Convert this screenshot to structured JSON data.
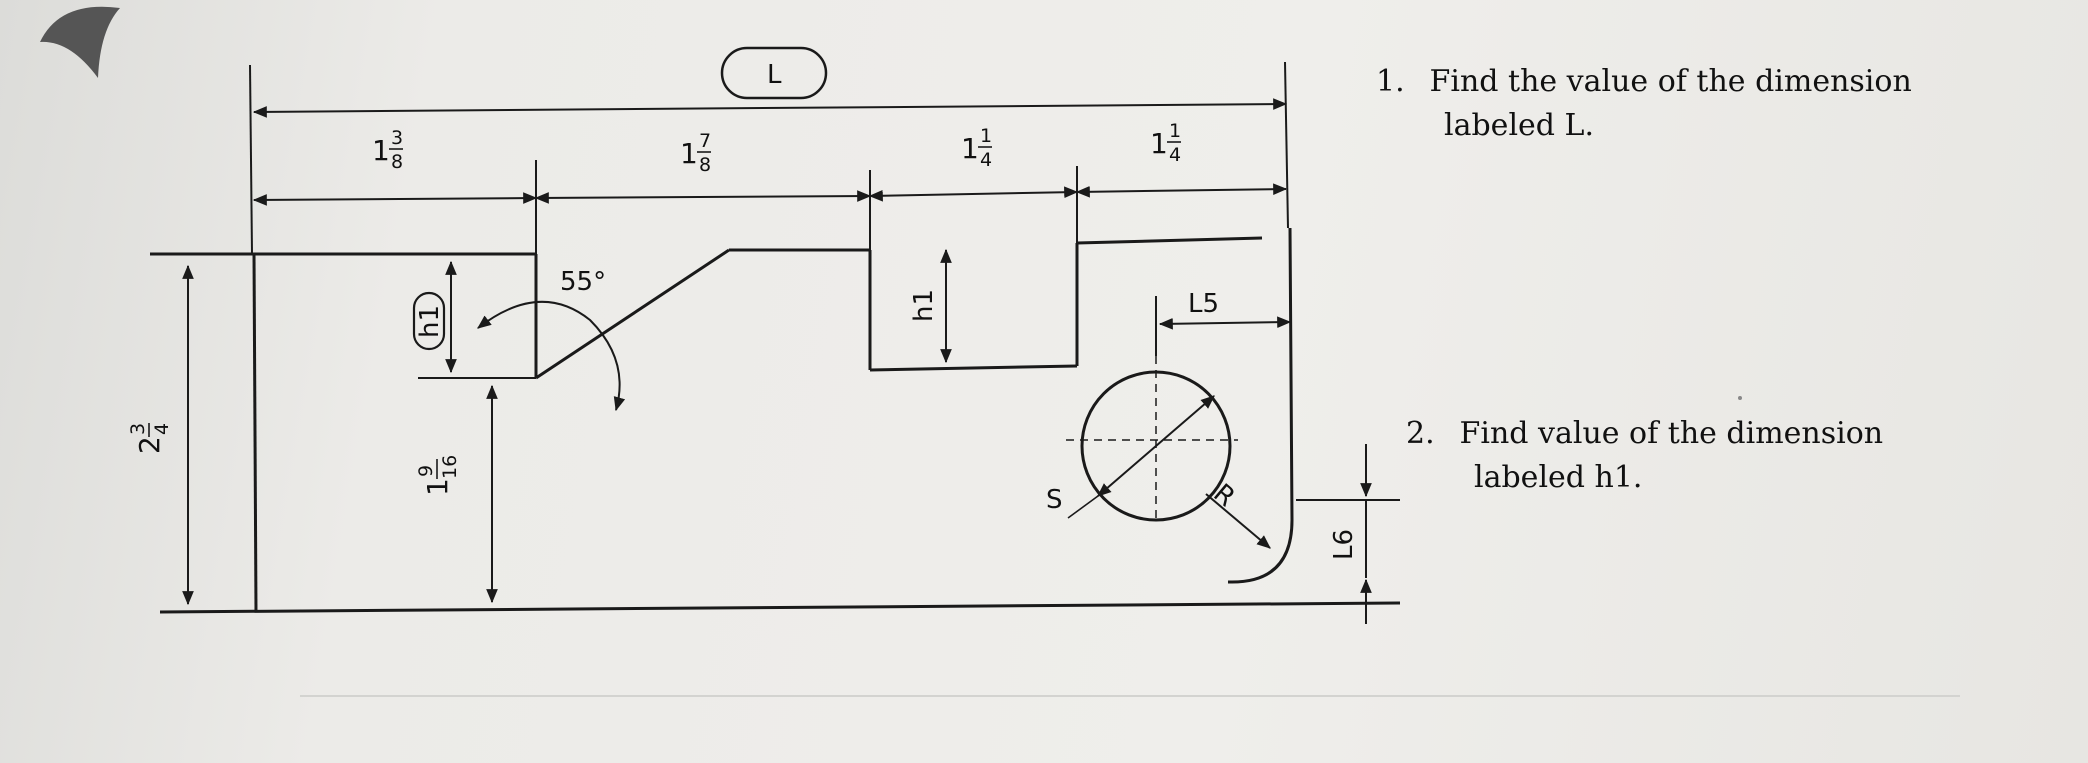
{
  "diagram": {
    "top_dimension": "L",
    "segments": [
      {
        "whole": "1",
        "num": "3",
        "den": "8"
      },
      {
        "whole": "1",
        "num": "7",
        "den": "8"
      },
      {
        "whole": "1",
        "num": "1",
        "den": "4"
      },
      {
        "whole": "1",
        "num": "1",
        "den": "4"
      }
    ],
    "overall_height": {
      "whole": "2",
      "num": "3",
      "den": "4"
    },
    "lower_height": {
      "whole": "1",
      "num": "9",
      "den": "16"
    },
    "angle": "55°",
    "h1_left": "h1",
    "h1_slot": "h1",
    "l5": "L5",
    "s": "S",
    "r": "R",
    "l6": "L6"
  },
  "questions": [
    {
      "number": "1.",
      "line1": "Find the value of the dimension",
      "line2": "labeled L."
    },
    {
      "number": "2.",
      "line1": "Find value of the dimension",
      "line2": "labeled h1."
    }
  ],
  "colors": {
    "ink": "#1a1a1a",
    "paper": "#ecebe8"
  }
}
